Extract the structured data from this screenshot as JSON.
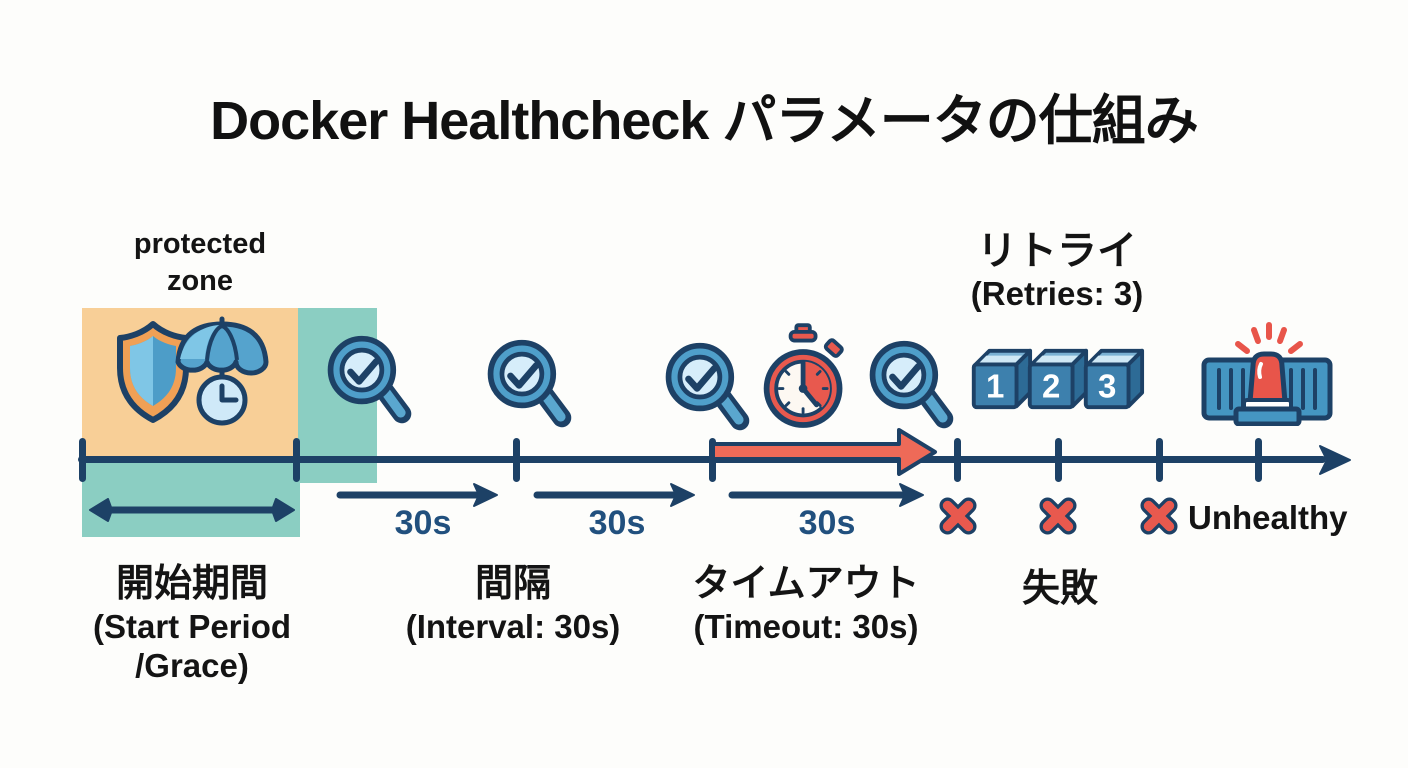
{
  "title": "Docker Healthcheck パラメータの仕組み",
  "protected_zone": {
    "line1": "protected",
    "line2": "zone"
  },
  "retries": {
    "label_ja": "リトライ",
    "label_en": "(Retries: 3)",
    "cubes": [
      "1",
      "2",
      "3"
    ]
  },
  "intervals": {
    "arrow1": "30s",
    "arrow2": "30s",
    "arrow3": "30s"
  },
  "params": {
    "start_period": {
      "ja": "開始期間",
      "en1": "(Start Period",
      "en2": "/Grace)"
    },
    "interval": {
      "ja": "間隔",
      "en": "(Interval: 30s)"
    },
    "timeout": {
      "ja": "タイムアウト",
      "en": "(Timeout: 30s)"
    },
    "failure": {
      "ja": "失敗"
    },
    "unhealthy": "Unhealthy"
  },
  "icons": {
    "protected_zone": "shield-umbrella-clock-icon",
    "health_check": "magnifier-check-icon",
    "timeout": "stopwatch-icon",
    "retry": "numbered-cube-icon",
    "failure": "x-mark-icon",
    "unhealthy": "container-siren-icon",
    "timeline": "timeline-arrow"
  },
  "colors": {
    "navy": "#1d4166",
    "orange_zone": "#f8cf97",
    "teal_zone": "#8bcec2",
    "coral_red": "#e8594e",
    "blue": "#4f9fca",
    "light_blue": "#d6edfa",
    "text": "#141414"
  }
}
